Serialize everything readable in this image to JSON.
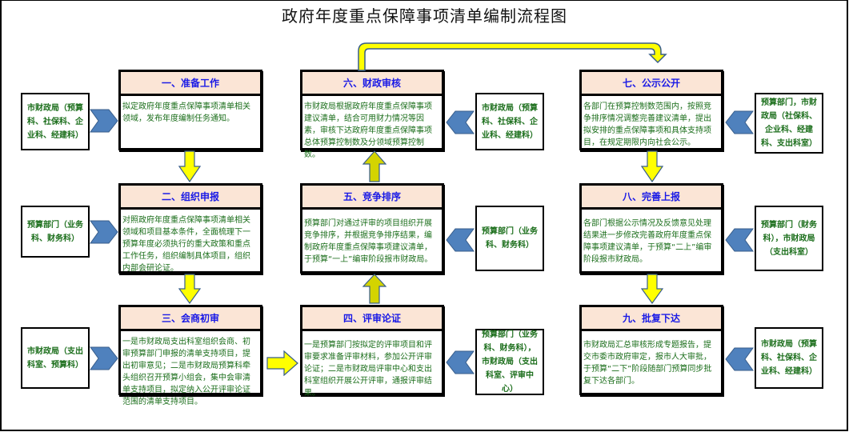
{
  "title": "政府年度重点保障事项清单编制流程图",
  "colors": {
    "header_bg": "#fbe5d6",
    "header_text": "#1a1ae6",
    "body_text": "#1b6e1b",
    "chevron_fill": "#4f81bd",
    "arrow_yellow": "#ffff00",
    "arrow_olive": "#d4d400",
    "arrow_outline": "#385d8a"
  },
  "steps": [
    {
      "title": "一、准备工作",
      "text": "拟定政府年度重点保障事项清单相关领域，发布年度编制任务通知。"
    },
    {
      "title": "二、组织申报",
      "text": "对照政府年度重点保障事项清单相关领域和项目基本条件，全面梳理下一预算年度必须执行的重大政策和重点工作任务，组织编制具体项目，组织内部会研论证。"
    },
    {
      "title": "三、会商初审",
      "text": "一是市财政局支出科室组织会商、初审预算部门申报的清单支持项目，提出初审意见；二是市财政局预算科牵头组织召开预算小组会，集中会审清单支持项目，拟定纳入公开评审论证范围的清单支持项目。"
    },
    {
      "title": "四、评审论证",
      "text": "一是预算部门按拟定的评审项目和评审要求准备评审材料，参加公开评审论证；二是市财政局评审中心和支出科室组织开展公开评审，通报评审结果。"
    },
    {
      "title": "五、竞争排序",
      "text": "预算部门对通过评审的项目组织开展竞争排序，并根据竞争排序结果，编制政府年度重点保障事项建议清单，于预算“一上”编审阶段报市财政局。"
    },
    {
      "title": "六、财政审核",
      "text": "市财政局根据政府年度重点保障事项建议清单，结合可用财力情况等因素，审核下达政府年度重点保障事项总体预算控制数及分领域预算控制数。"
    },
    {
      "title": "七、公示公开",
      "text": "各部门在预算控制数范围内，按照竞争排序情况调整完善建议清单，提出拟安排的重点保障事项和具体支持项目，在规定期限内向社会公示。"
    },
    {
      "title": "八、完善上报",
      "text": "各部门根据公示情况及反馈意见处理结果进一步修改完善政府年度重点保障事项建议清单，于预算“二上”编审阶段报市财政局。"
    },
    {
      "title": "九、批复下达",
      "text": "市财政局汇总审核形成专题报告，提交市委市政府审定，报市人大审批，于预算“二下”阶段随部门预算同步批复下达各部门。"
    }
  ],
  "actors": [
    "市财政局（预算科、社保科、企业科、经建科）",
    "预算部门（业务科、财务科）",
    "市财政局（支出科室、预算科）",
    "预算部门（业务科、财务科），市财政局（支出科室、评审中心）",
    "预算部门（业务科、财务科）",
    "市财政局（预算科、社保科、企业科、经建科）",
    "预算部门，市财政局（社保科、企业科、经建科、支出科室）",
    "预算部门（财务科），市财政局（支出科室）",
    "市财政局（预算科、社保科、企业科、经建科）"
  ]
}
